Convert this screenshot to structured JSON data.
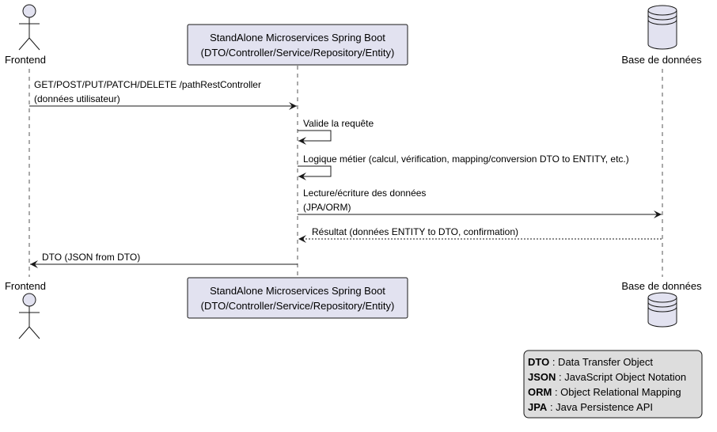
{
  "participants": {
    "frontend": {
      "name": "Frontend"
    },
    "service": {
      "line1": "StandAlone Microservices Spring Boot",
      "line2": "(DTO/Controller/Service/Repository/Entity)"
    },
    "database": {
      "name": "Base de données"
    }
  },
  "messages": [
    {
      "lines": [
        "GET/POST/PUT/PATCH/DELETE /pathRestController",
        "(données utilisateur)"
      ]
    },
    {
      "lines": [
        "Valide la requête"
      ]
    },
    {
      "lines": [
        "Logique métier (calcul, vérification, mapping/conversion DTO to ENTITY, etc.)"
      ]
    },
    {
      "lines": [
        "Lecture/écriture des données",
        "(JPA/ORM)"
      ]
    },
    {
      "lines": [
        "Résultat (données ENTITY to DTO, confirmation)"
      ]
    },
    {
      "lines": [
        "DTO (JSON from DTO)"
      ]
    }
  ],
  "legend": [
    {
      "key": "DTO",
      "desc": " : Data Transfer Object"
    },
    {
      "key": "JSON",
      "desc": " : JavaScript Object Notation"
    },
    {
      "key": "ORM",
      "desc": " : Object Relational Mapping"
    },
    {
      "key": "JPA",
      "desc": " : Java Persistence API"
    }
  ],
  "colors": {
    "participant_fill": "#e2e2f0",
    "participant_border": "#181818",
    "legend_fill": "#dddddd",
    "lifeline": "#555555"
  }
}
